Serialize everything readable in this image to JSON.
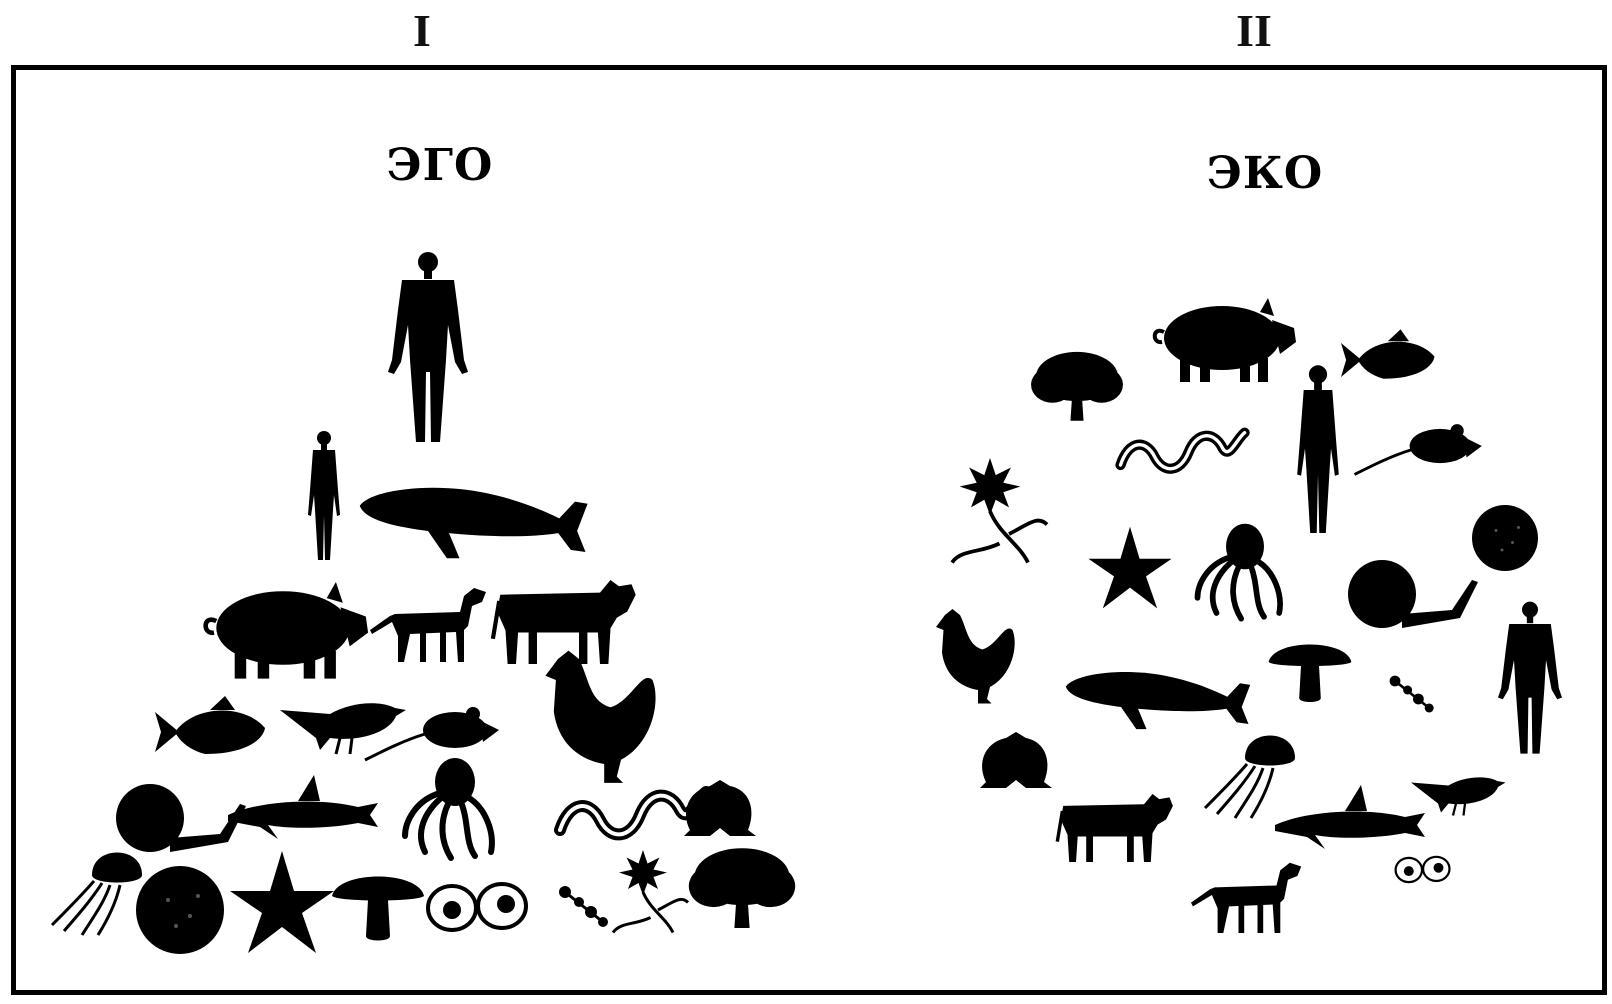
{
  "labels": {
    "roman_left": "I",
    "roman_right": "II",
    "heading_left": "ЭГО",
    "heading_right": "ЭКО"
  },
  "colors": {
    "silhouette": "#000000",
    "frame": "#000000",
    "background": "#ffffff"
  },
  "icons": {
    "left_pyramid": [
      "human-icon",
      "woman-icon",
      "whale-icon",
      "pig-icon",
      "dog-icon",
      "cow-icon",
      "fish-icon",
      "bird-icon",
      "mouse-icon",
      "hen-icon",
      "snail-icon",
      "shark-icon",
      "octopus-icon",
      "snake-icon",
      "frog-icon",
      "jellyfish-icon",
      "cell-ball-icon",
      "starfish-icon",
      "mushroom-icon",
      "cells-icon",
      "microbe-icon",
      "flower-icon",
      "tree-icon"
    ],
    "right_circle": [
      "pig-icon",
      "tree-icon",
      "fish-icon",
      "snake-icon",
      "woman-icon",
      "mouse-icon",
      "flower-icon",
      "starfish-icon",
      "octopus-icon",
      "cell-ball-icon",
      "snail-icon",
      "hen-icon",
      "mushroom-icon",
      "microbe-icon",
      "human-icon",
      "whale-icon",
      "frog-icon",
      "jellyfish-icon",
      "bird-icon",
      "cow-icon",
      "shark-icon",
      "cells-icon",
      "dog-icon"
    ]
  }
}
